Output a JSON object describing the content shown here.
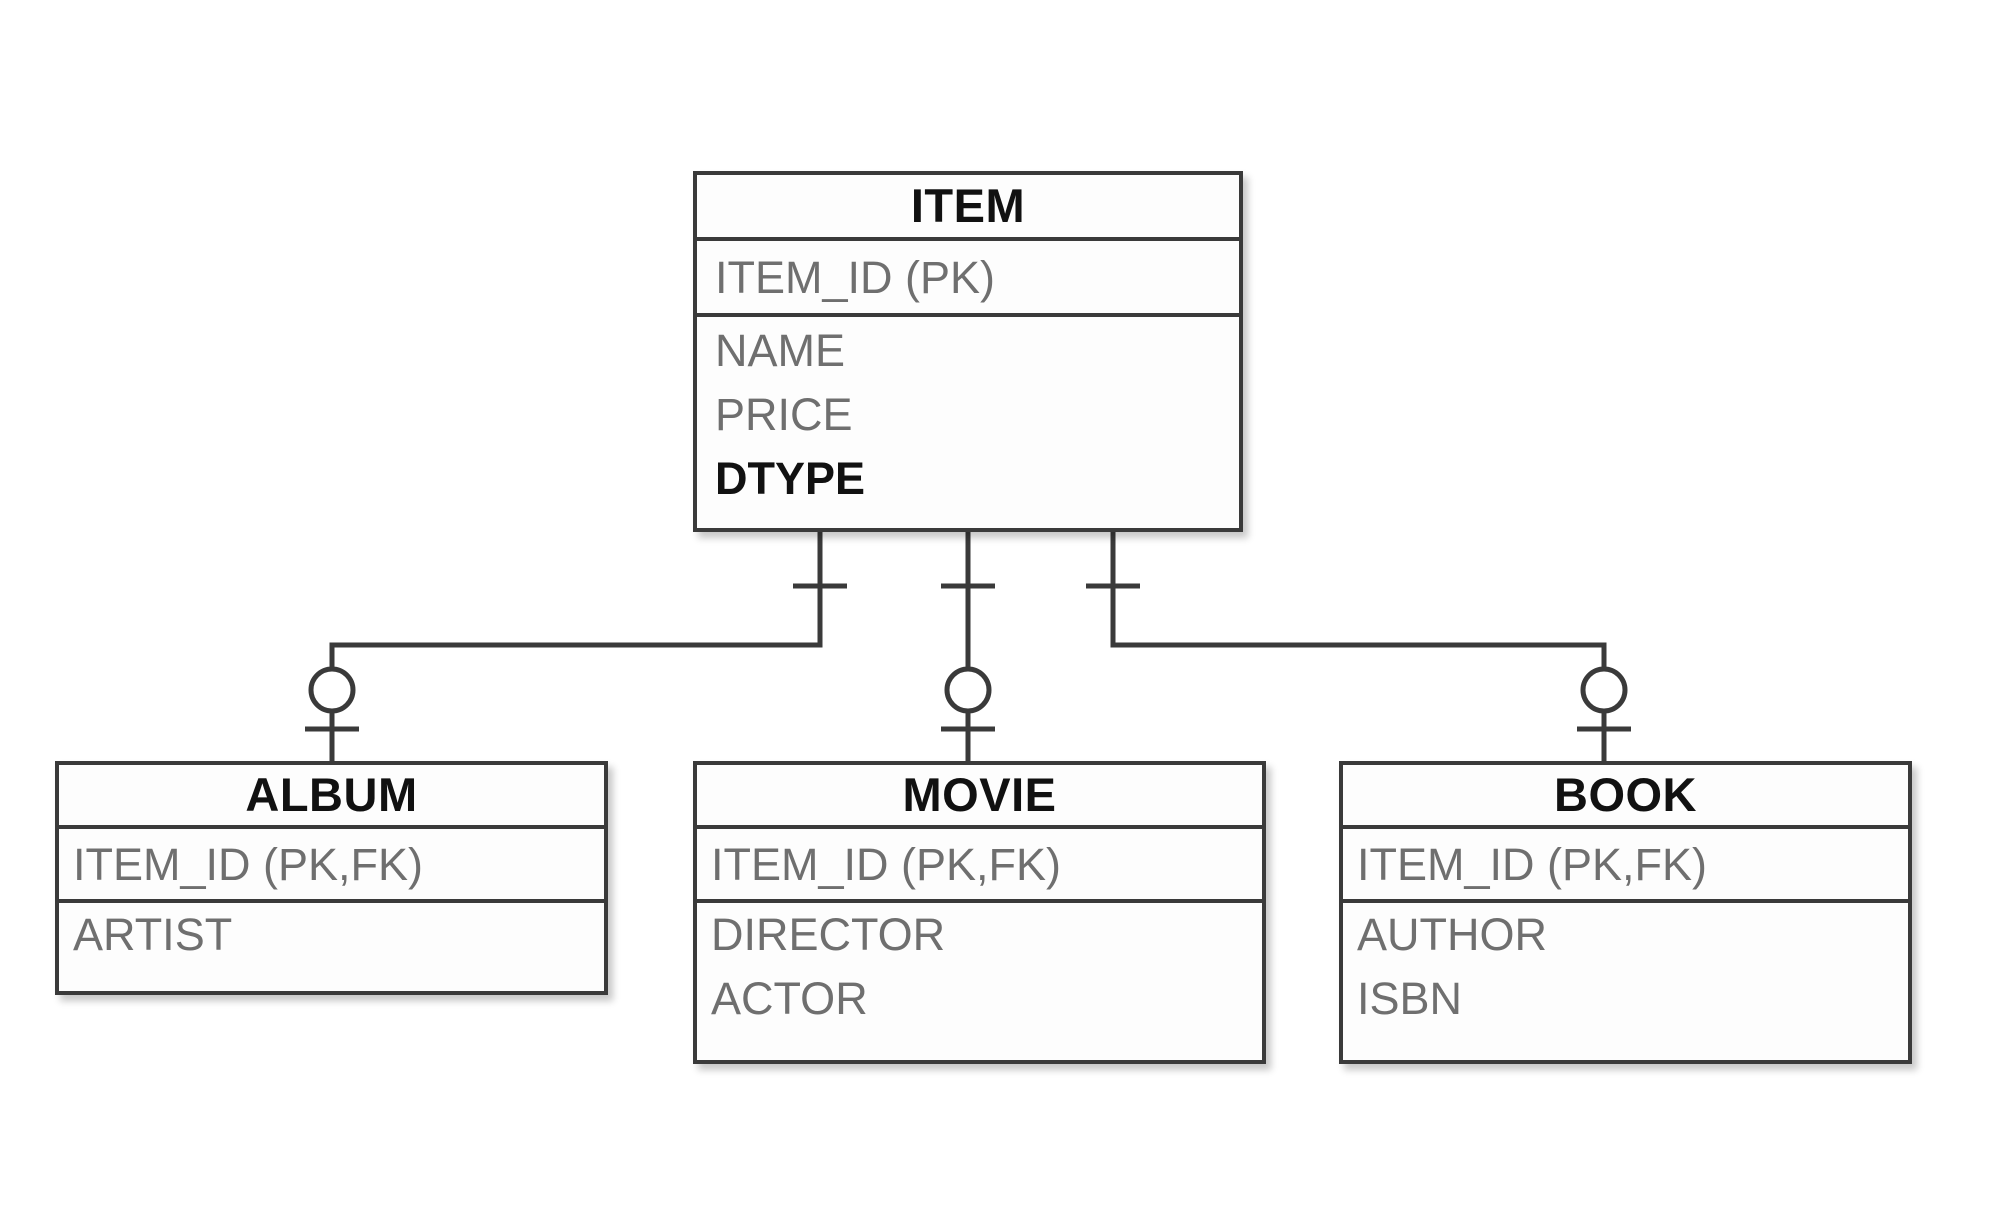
{
  "diagram": {
    "title": "ITEM class-table inheritance ER diagram",
    "notation": "crow's-foot / IE (information engineering)",
    "background_color": "#ffffff",
    "line_color": "#3a3a3a",
    "title_text_color": "#111111",
    "attribute_text_color": "#6f6f6f"
  },
  "entities": {
    "item": {
      "name": "ITEM",
      "key": "ITEM_ID (PK)",
      "attributes": [
        {
          "label": "NAME",
          "emphasis": "normal"
        },
        {
          "label": "PRICE",
          "emphasis": "normal"
        },
        {
          "label": "DTYPE",
          "emphasis": "bold"
        }
      ]
    },
    "album": {
      "name": "ALBUM",
      "key": "ITEM_ID (PK,FK)",
      "attributes": [
        {
          "label": "ARTIST",
          "emphasis": "normal"
        }
      ]
    },
    "movie": {
      "name": "MOVIE",
      "key": "ITEM_ID (PK,FK)",
      "attributes": [
        {
          "label": "DIRECTOR",
          "emphasis": "normal"
        },
        {
          "label": "ACTOR",
          "emphasis": "normal"
        }
      ]
    },
    "book": {
      "name": "BOOK",
      "key": "ITEM_ID (PK,FK)",
      "attributes": [
        {
          "label": "AUTHOR",
          "emphasis": "normal"
        },
        {
          "label": "ISBN",
          "emphasis": "normal"
        }
      ]
    }
  },
  "relationships": [
    {
      "id": "item-album",
      "from": "ITEM",
      "to": "ALBUM",
      "parent_cardinality": "exactly-one",
      "child_cardinality": "zero-or-one"
    },
    {
      "id": "item-movie",
      "from": "ITEM",
      "to": "MOVIE",
      "parent_cardinality": "exactly-one",
      "child_cardinality": "zero-or-one"
    },
    {
      "id": "item-book",
      "from": "ITEM",
      "to": "BOOK",
      "parent_cardinality": "exactly-one",
      "child_cardinality": "zero-or-one"
    }
  ]
}
